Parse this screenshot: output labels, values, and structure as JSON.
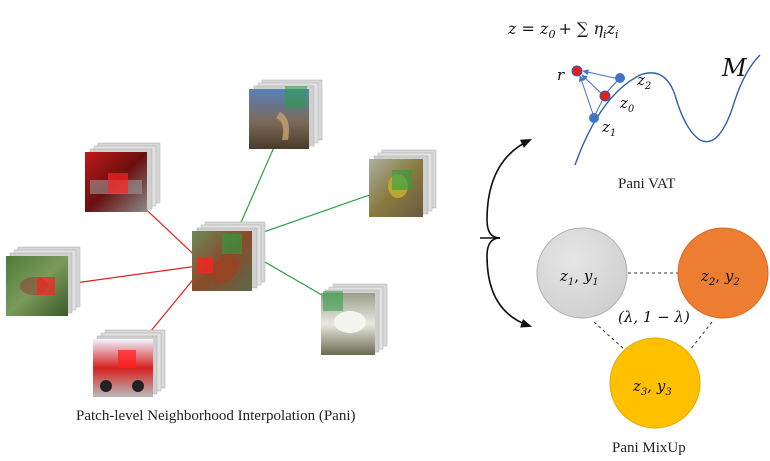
{
  "captions": {
    "main": "Patch-level Neighborhood Interpolation (Pani)",
    "vat": "Pani VAT",
    "mixup": "Pani MixUp"
  },
  "vat": {
    "equation_lhs": "z = z",
    "equation_rhs": "+ ∑ η",
    "equation_tail": "z",
    "eq_sub0": "0",
    "eq_subi": "i",
    "manifold": "M",
    "r_label": "r",
    "z2_label": "z",
    "z2_sub": "2",
    "z0_label": "z",
    "z0_sub": "0",
    "z1_label": "z",
    "z1_sub": "1"
  },
  "mixup": {
    "node1": {
      "z": "z",
      "sub": "1",
      "y": "y",
      "ysub": "1",
      "color": "#d9d9d9"
    },
    "node2": {
      "z": "z",
      "sub": "2",
      "y": "y",
      "ysub": "2",
      "color": "#ed7d31"
    },
    "node3": {
      "z": "z",
      "sub": "3",
      "y": "y",
      "ysub": "3",
      "color": "#ffc000"
    },
    "lambda_label": "(λ, 1 − λ)"
  },
  "colors": {
    "red_line": "#e02020",
    "green_line": "#2aa043",
    "blue_curve": "#2f5fb0",
    "blue_point": "#4472c4",
    "red_point": "#e02020"
  }
}
